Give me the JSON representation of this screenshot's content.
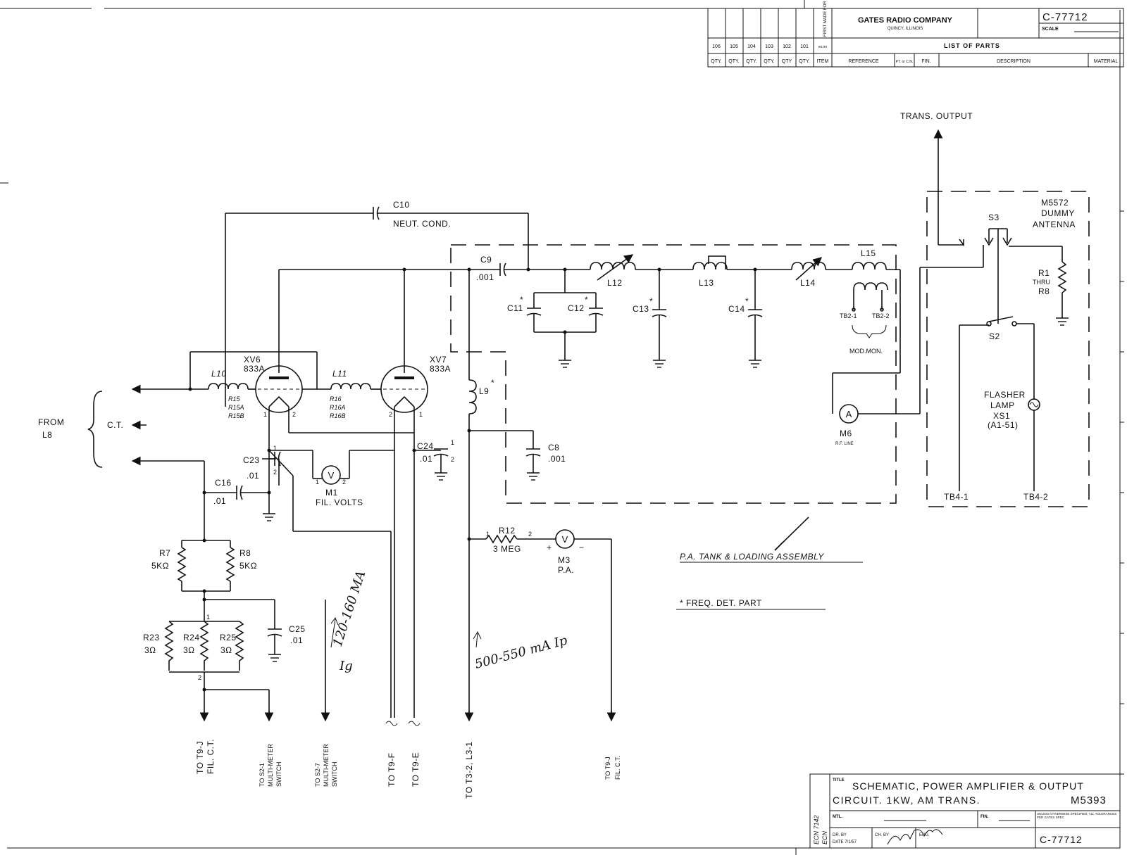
{
  "parts_list": {
    "company": "GATES RADIO COMPANY",
    "city": "QUINCY, ILLINOIS",
    "drawing_no": "C-77712",
    "scale_label": "SCALE",
    "list_title": "LIST OF PARTS",
    "first_made_for": "FIRST MADE FOR",
    "models": [
      "106",
      "105",
      "104",
      "103",
      "102",
      "101",
      "ex.no"
    ],
    "qty": [
      "QTY.",
      "QTY.",
      "QTY.",
      "QTY.",
      "QTY",
      "QTY.",
      "ITEM"
    ],
    "cols": [
      "REFERENCE",
      "PT. or C.N.",
      "FIN.",
      "DESCRIPTION",
      "MATERIAL"
    ]
  },
  "title_block": {
    "title_label": "TITLE",
    "title_line1": "SCHEMATIC, POWER AMPLIFIER & OUTPUT",
    "title_line2": "CIRCUIT. 1KW, AM TRANS.",
    "model": "M5393",
    "mtl": "MTL.",
    "fin": "FIN.",
    "tolerance": "UNLESS OTHERWISE SPECIFIED, ALL TOLERANCES PER GATES SPEC",
    "dr": "DR. BY",
    "date": "DATE 7/1/57",
    "ch": "CH. BY",
    "eng": "ENG.",
    "drawing_no": "C-77712",
    "ecn": "ECN 7142",
    "ecn2": "ECN"
  },
  "labels": {
    "trans_output": "TRANS. OUTPUT",
    "dummy1": "M5572",
    "dummy2": "DUMMY",
    "dummy3": "ANTENNA",
    "s3": "S3",
    "r1": "R1",
    "thru": "THRU",
    "r8": "R8",
    "s2": "S2",
    "flasher1": "FLASHER",
    "flasher2": "LAMP",
    "xs1": "XS1",
    "a151": "(A1-51)",
    "tb41": "TB4-1",
    "tb42": "TB4-2",
    "c10": "C10",
    "neut": "NEUT. COND.",
    "c9": "C9",
    "c9v": ".001",
    "l12": "L12",
    "l13": "L13",
    "l14": "L14",
    "l15": "L15",
    "c11": "C11",
    "c12": "C12",
    "c13": "C13",
    "c14": "C14",
    "tb21": "TB2-1",
    "tb22": "TB2-2",
    "modmon": "MOD.MON.",
    "m6": "M6",
    "rfline": "R.F. LINE",
    "ammeter": "A",
    "l9": "L9",
    "star": "*",
    "c8": "C8",
    "c8v": ".001",
    "xv6": "XV6",
    "t833": "833A",
    "xv7": "XV7",
    "l10": "L10",
    "r15": "R15",
    "r15a": "R15A",
    "r15b": "R15B",
    "l11": "L11",
    "r16": "R16",
    "r16a": "R16A",
    "r16b": "R16B",
    "from": "FROM",
    "l8": "L8",
    "ct": "C.T.",
    "c23": "C23",
    "c23v": ".01",
    "c16": "C16",
    "c16v": ".01",
    "c24": "C24",
    "c24v": ".01",
    "m1": "M1",
    "filvolts": "FIL. VOLTS",
    "volt": "V",
    "r7": "R7",
    "r7v": "5KΩ",
    "r8b": "R8",
    "r8v": "5KΩ",
    "r12": "R12",
    "r12v": "3 MEG",
    "m3": "M3",
    "pa": "P.A.",
    "c25": "C25",
    "c25v": ".01",
    "r23": "R23",
    "r23v": "3Ω",
    "r24": "R24",
    "r24v": "3Ω",
    "r25": "R25",
    "r25v": "3Ω",
    "tank": "P.A. TANK & LOADING ASSEMBLY",
    "freq": "* FREQ. DET. PART",
    "hand1": "120-160 MA",
    "hand1b": "Ig",
    "hand2": "500-550 mA Ip",
    "one": "1",
    "two": "2",
    "plus": "+",
    "minus": "−"
  },
  "bottom_leads": [
    {
      "l1": "TO T9-J",
      "l2": "FIL. C.T."
    },
    {
      "l1": "TO S2-1",
      "l2": "MULTI-METER",
      "l3": "SWITCH"
    },
    {
      "l1": "TO S2-7",
      "l2": "MULTI-METER",
      "l3": "SWITCH"
    },
    {
      "l1": "TO T9-F"
    },
    {
      "l1": "TO T9-E"
    },
    {
      "l1": "TO T3-2, L3-1"
    },
    {
      "l1": "TO T9-J",
      "l2": "FIL. C.T."
    }
  ]
}
